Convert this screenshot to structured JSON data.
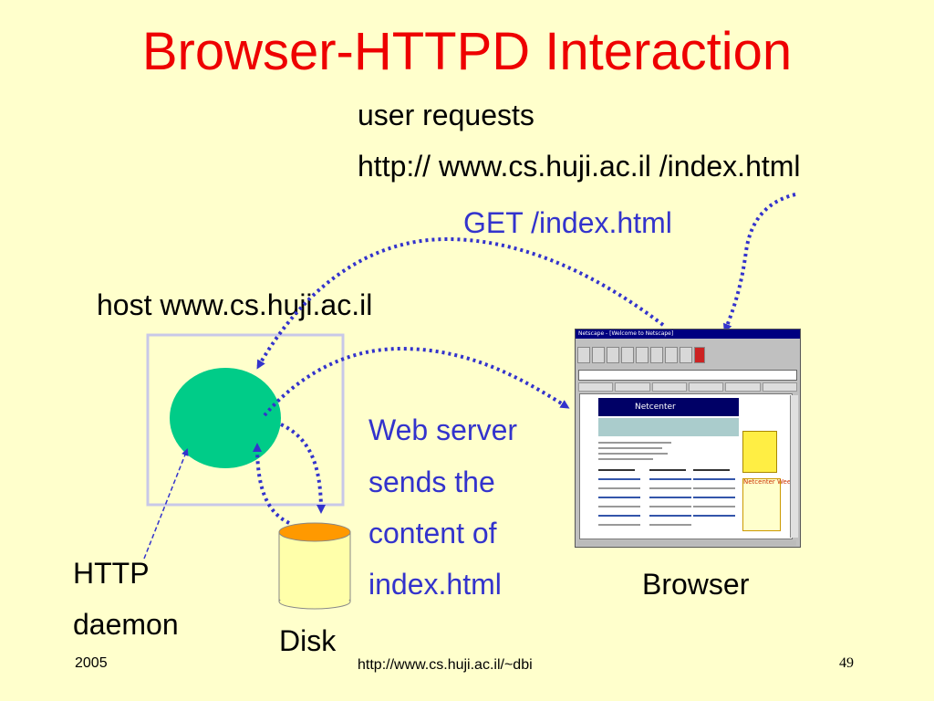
{
  "title": "Browser-HTTPD Interaction",
  "user_request": {
    "line1": "user requests",
    "line2": "http:// www.cs.huji.ac.il /index.html"
  },
  "get_label": "GET /index.html",
  "host_label": "host  www.cs.huji.ac.il",
  "web_server_text": [
    "Web server",
    "sends the",
    "content of",
    "index.html"
  ],
  "httpd_label": [
    "HTTP",
    "daemon"
  ],
  "disk_label": "Disk",
  "browser_label": "Browser",
  "browser_window": {
    "title": "Netscape - [Welcome to Netscape]",
    "banner": "Netcenter",
    "side_promo": "Netcenter Weekend"
  },
  "footer": {
    "year": "2005",
    "url": "http://www.cs.huji.ac.il/~dbi",
    "page": "49"
  },
  "colors": {
    "background": "#ffffcc",
    "title": "#ee0000",
    "arrows": "#3333cc",
    "httpd_ellipse": "#00cc88",
    "disk_top": "#ff9900",
    "disk_body": "#ffffaa"
  }
}
